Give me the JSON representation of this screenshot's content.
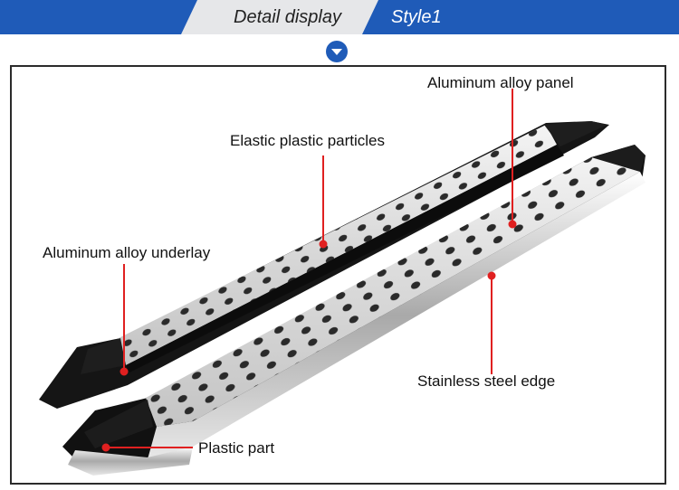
{
  "header": {
    "tab_detail": "Detail display",
    "tab_style": "Style1",
    "accent_color": "#1f5bb8",
    "tab_bg_color": "#e6e7e9"
  },
  "scroll_button": {
    "icon": "chevron-down-icon"
  },
  "callouts": {
    "aluminum_alloy_panel": "Aluminum alloy panel",
    "elastic_plastic_particles": "Elastic plastic particles",
    "aluminum_alloy_underlay": "Aluminum alloy underlay",
    "stainless_steel_edge": "Stainless steel edge",
    "plastic_part": "Plastic part",
    "marker_color": "#e02020"
  }
}
